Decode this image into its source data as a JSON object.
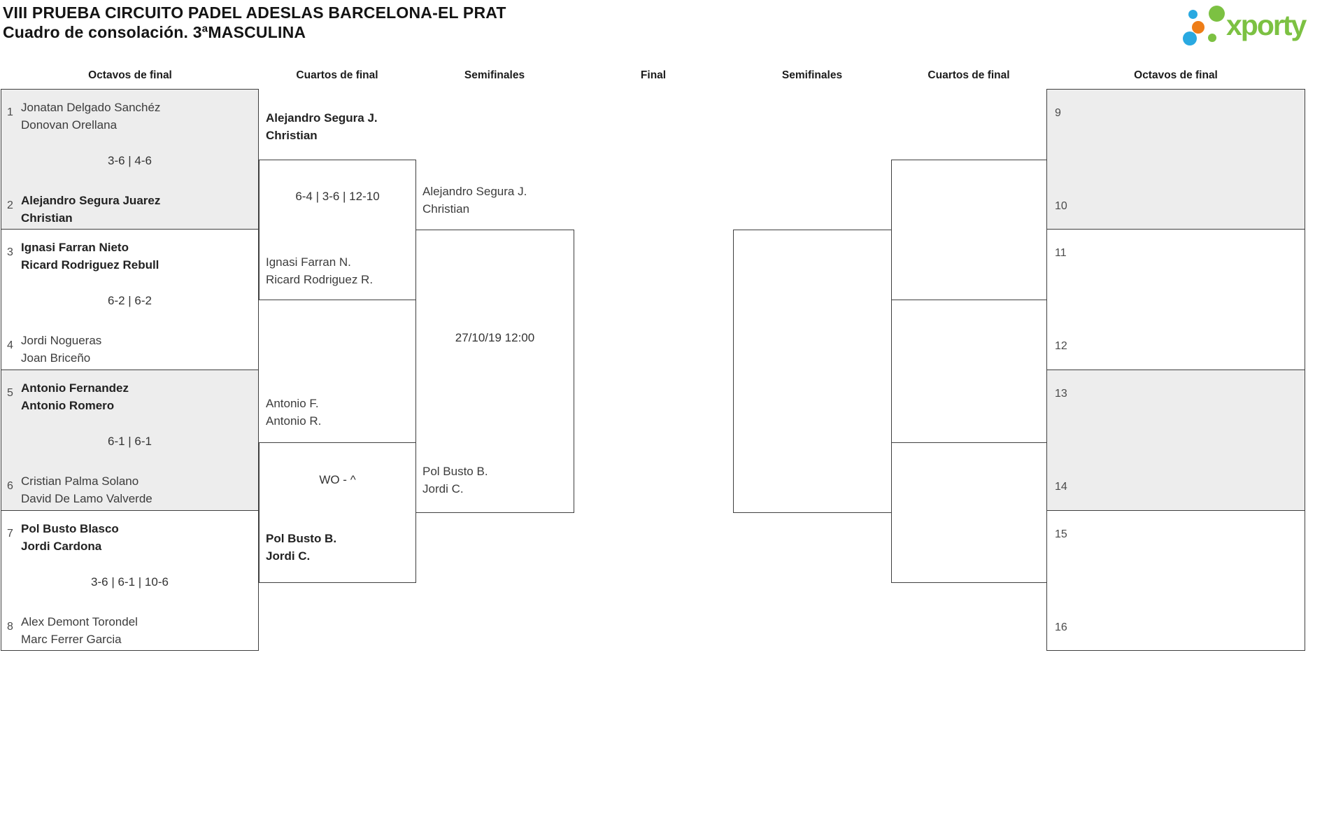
{
  "header": {
    "title": "VIII PRUEBA CIRCUITO PADEL ADESLAS BARCELONA-EL PRAT",
    "subtitle": "Cuadro de consolación. 3ªMASCULINA",
    "logo_text": "xporty"
  },
  "colors": {
    "accent_green": "#7cc142",
    "logo_blue": "#29a9e1",
    "logo_orange": "#ee7d17",
    "box_gray": "#ededed",
    "line": "#3f3f3f"
  },
  "columns": [
    "Octavos de final",
    "Cuartos de final",
    "Semifinales",
    "Final",
    "Semifinales",
    "Cuartos de final",
    "Octavos de final"
  ],
  "left_round_of_16": [
    {
      "seed_top": "1",
      "team_top": [
        "Jonatan Delgado Sanchéz",
        "Donovan Orellana"
      ],
      "score": "3-6 | 4-6",
      "seed_bottom": "2",
      "team_bottom": [
        "Alejandro Segura Juarez",
        "Christian"
      ],
      "winner": "bottom"
    },
    {
      "seed_top": "3",
      "team_top": [
        "Ignasi Farran Nieto",
        "Ricard Rodriguez Rebull"
      ],
      "score": "6-2 | 6-2",
      "seed_bottom": "4",
      "team_bottom": [
        "Jordi Nogueras",
        "Joan Briceño"
      ],
      "winner": "top"
    },
    {
      "seed_top": "5",
      "team_top": [
        "Antonio Fernandez",
        "Antonio Romero"
      ],
      "score": "6-1 | 6-1",
      "seed_bottom": "6",
      "team_bottom": [
        "Cristian Palma Solano",
        "David De Lamo Valverde"
      ],
      "winner": "top"
    },
    {
      "seed_top": "7",
      "team_top": [
        "Pol Busto Blasco",
        "Jordi Cardona"
      ],
      "score": "3-6 | 6-1 | 10-6",
      "seed_bottom": "8",
      "team_bottom": [
        "Alex Demont Torondel",
        "Marc Ferrer Garcia"
      ],
      "winner": "top"
    }
  ],
  "left_quarterfinals": [
    {
      "team_top": [
        "Alejandro Segura J.",
        "Christian"
      ],
      "score": "6-4 | 3-6 | 12-10",
      "team_bottom": [
        "Ignasi Farran N.",
        "Ricard Rodriguez R."
      ],
      "winner": "top"
    },
    {
      "team_top": [
        "Antonio F.",
        "Antonio R."
      ],
      "score": "WO - ^",
      "team_bottom": [
        "Pol Busto B.",
        "Jordi C."
      ],
      "winner": "bottom"
    }
  ],
  "left_semifinal": {
    "team_top": [
      "Alejandro Segura J.",
      "Christian"
    ],
    "schedule": "27/10/19 12:00",
    "team_bottom": [
      "Pol Busto B.",
      "Jordi C."
    ]
  },
  "right_round_of_16_seeds": [
    "9",
    "10",
    "11",
    "12",
    "13",
    "14",
    "15",
    "16"
  ]
}
